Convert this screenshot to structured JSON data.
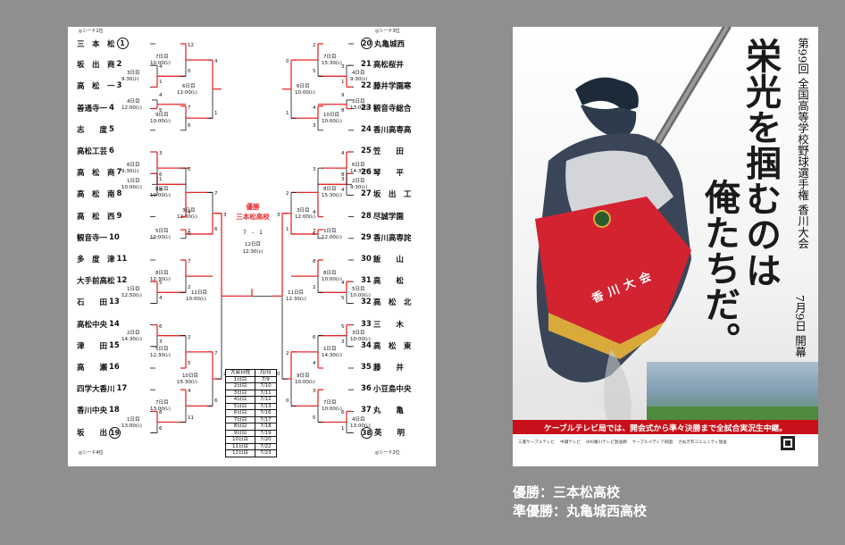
{
  "bracket": {
    "seed_labels": {
      "tl": "◎シード1位",
      "bl": "◎シード4位",
      "tr": "◎シード3位",
      "br": "◎シード2位"
    },
    "left_teams": [
      {
        "name": "三　本　松",
        "num": "1"
      },
      {
        "name": "坂　出　商",
        "num": "2"
      },
      {
        "name": "高　松　一",
        "num": "3"
      },
      {
        "name": "善通寺一",
        "num": "4"
      },
      {
        "name": "志　　度",
        "num": "5"
      },
      {
        "name": "高松工芸",
        "num": "6"
      },
      {
        "name": "高　松　商",
        "num": "7"
      },
      {
        "name": "高　松　南",
        "num": "8"
      },
      {
        "name": "高　松　西",
        "num": "9"
      },
      {
        "name": "観音寺一",
        "num": "10"
      },
      {
        "name": "多　度　津",
        "num": "11"
      },
      {
        "name": "大手前高松",
        "num": "12"
      },
      {
        "name": "石　　田",
        "num": "13"
      },
      {
        "name": "高松中央",
        "num": "14"
      },
      {
        "name": "津　　田",
        "num": "15"
      },
      {
        "name": "高　　瀬",
        "num": "16"
      },
      {
        "name": "四学大香川",
        "num": "17"
      },
      {
        "name": "香川中央",
        "num": "18"
      },
      {
        "name": "坂　　出",
        "num": "19"
      }
    ],
    "right_teams": [
      {
        "name": "丸亀城西",
        "num": "20"
      },
      {
        "name": "高松桜井",
        "num": "21"
      },
      {
        "name": "藤井学園寒",
        "num": "22"
      },
      {
        "name": "観音寺総合",
        "num": "23"
      },
      {
        "name": "香川高専高",
        "num": "24"
      },
      {
        "name": "笠　　田",
        "num": "25"
      },
      {
        "name": "琴　　平",
        "num": "26"
      },
      {
        "name": "坂　出　工",
        "num": "27"
      },
      {
        "name": "尽誠学園",
        "num": "28"
      },
      {
        "name": "香川高専詫",
        "num": "29"
      },
      {
        "name": "飯　　山",
        "num": "30"
      },
      {
        "name": "高　　松",
        "num": "31"
      },
      {
        "name": "高　松　北",
        "num": "32"
      },
      {
        "name": "三　　木",
        "num": "33"
      },
      {
        "name": "高　松　東",
        "num": "34"
      },
      {
        "name": "藤　　井",
        "num": "35"
      },
      {
        "name": "小豆島中央",
        "num": "36"
      },
      {
        "name": "丸　　亀",
        "num": "37"
      },
      {
        "name": "英　　明",
        "num": "38"
      }
    ],
    "left_games": [
      {
        "date": "3日目",
        "time": "9:30(ﾚ)",
        "a": "4",
        "b": "1"
      },
      {
        "date": "7日目",
        "time": "10:00(ﾚ)",
        "a": "12",
        "b": "0"
      },
      {
        "date": "4日目",
        "time": "12:00(ﾚ)",
        "a": "5",
        "b": "4"
      },
      {
        "date": "9日目",
        "time": "10:00(ﾚ)",
        "a": "7",
        "b": "6"
      },
      {
        "date": "6日目",
        "time": "9:30(ﾚ)",
        "a": "3",
        "b": "1"
      },
      {
        "date": "1日目",
        "time": "10:00(ﾚ)",
        "a": "6",
        "b": "8"
      },
      {
        "date": "8日目",
        "time": "10:00(ﾚ)",
        "a": "0",
        "b": "4"
      },
      {
        "date": "5日目",
        "time": "10:00(ﾚ)",
        "a": "2",
        "b": "0"
      },
      {
        "date": "6日目",
        "time": "12:00(ﾚ)",
        "a": "4",
        "b": "1"
      },
      {
        "date": "1日目",
        "time": "12:50(ﾚ)",
        "a": "5",
        "b": "4"
      },
      {
        "date": "8日目",
        "time": "12:30(ﾚ)",
        "a": "7",
        "b": "2"
      },
      {
        "date": "2日目",
        "time": "14:30(ﾚ)",
        "a": "6",
        "b": "3"
      },
      {
        "date": "5日目",
        "time": "12:30(ﾚ)",
        "a": "2",
        "b": "5"
      },
      {
        "date": "10日目",
        "time": "15:30(ﾚ)",
        "a": "7",
        "b": "6"
      },
      {
        "date": "1日目",
        "time": "13:00(ﾚ)",
        "a": "8",
        "b": "6"
      },
      {
        "date": "7日目",
        "time": "13:00(ﾚ)",
        "a": "4",
        "b": "11"
      },
      {
        "date": "3日目",
        "time": "12:00(ﾚ)",
        "a": "7",
        "b": "6"
      },
      {
        "date": "11日目",
        "time": "10:00(ﾚ)",
        "a": "3",
        "b": "2"
      }
    ],
    "right_games": [
      {
        "date": "4日目",
        "time": "9:30(ﾚ)",
        "a": "3",
        "b": "1"
      },
      {
        "date": "7日目",
        "time": "15:30(ﾚ)",
        "a": "2",
        "b": "5"
      },
      {
        "date": "5日目",
        "time": "13:00(ﾚ)",
        "a": "8",
        "b": "9"
      },
      {
        "date": "10日目",
        "time": "10:00(ﾚ)",
        "a": "4",
        "b": "3"
      },
      {
        "date": "6日目",
        "time": "14:30(ﾚ)",
        "a": "4",
        "b": "3"
      },
      {
        "date": "2日目",
        "time": "9:30(ﾚ)",
        "a": "8",
        "b": "4"
      },
      {
        "date": "8日目",
        "time": "15:30(ﾚ)",
        "a": "3",
        "b": "4"
      },
      {
        "date": "1日目",
        "time": "12:00(ﾚ)",
        "a": "7",
        "b": "6"
      },
      {
        "date": "6日目",
        "time": "10:00(ﾚ)",
        "a": "0",
        "b": "1"
      },
      {
        "date": "5日目",
        "time": "10:00(ﾚ)",
        "a": "4",
        "b": "5"
      },
      {
        "date": "8日目",
        "time": "10:00(ﾚ)",
        "a": "8",
        "b": "2"
      },
      {
        "date": "3日目",
        "time": "10:00(ﾚ)",
        "a": "5",
        "b": "3"
      },
      {
        "date": "1日目",
        "time": "14:30(ﾚ)",
        "a": "6",
        "b": "4"
      },
      {
        "date": "9日目",
        "time": "10:00(ﾚ)",
        "a": "2",
        "b": "0"
      },
      {
        "date": "4日目",
        "time": "13:00(ﾚ)",
        "a": "6",
        "b": "1"
      },
      {
        "date": "7日目",
        "time": "10:00(ﾚ)",
        "a": "3",
        "b": "0"
      },
      {
        "date": "3日目",
        "time": "12:00(ﾚ)",
        "a": "2",
        "b": "1"
      },
      {
        "date": "11日目",
        "time": "12:30(ﾚ)",
        "a": "3",
        "b": "0"
      }
    ],
    "final": {
      "label": "優勝",
      "winner": "三本松高校",
      "score": "7　-　1",
      "date": "12日目",
      "time": "12:30(ﾚ)"
    },
    "schedule": {
      "header": [
        "大会日程",
        "月/日"
      ],
      "rows": [
        [
          "1日目",
          "7/9"
        ],
        [
          "2日目",
          "7/10"
        ],
        [
          "3日目",
          "7/11"
        ],
        [
          "4日目",
          "7/12"
        ],
        [
          "5日目",
          "7/13"
        ],
        [
          "6日目",
          "7/16"
        ],
        [
          "7日目",
          "7/17"
        ],
        [
          "8日目",
          "7/18"
        ],
        [
          "9日目",
          "7/19"
        ],
        [
          "10日目",
          "7/20"
        ],
        [
          "11日目",
          "7/22"
        ],
        [
          "12日目",
          "7/23"
        ]
      ]
    }
  },
  "poster": {
    "headline_1": "栄光を掴むのは",
    "headline_2": "俺たちだ。",
    "event": "第99回 全国高等学校野球選手権 香川大会",
    "opening": "7月9日 開幕",
    "banner": "ケーブルテレビ局では、開会式から準々決勝まで全試合実況生中継。",
    "sash_text": "香川大会",
    "sponsors": [
      "三豊ケーブルテレビ",
      "中讃テレビ",
      "000番川テレビ放送網",
      "ケーブルメディア四国",
      "さぬき市コミュニティ放送"
    ]
  },
  "results": {
    "champion": "優勝：三本松高校",
    "runner_up": "準優勝：丸亀城西高校"
  },
  "colors": {
    "background": "#8f8f8f",
    "win_line": "#e8282a",
    "banner": "#c8101a",
    "headline": "#1a1a1a"
  }
}
